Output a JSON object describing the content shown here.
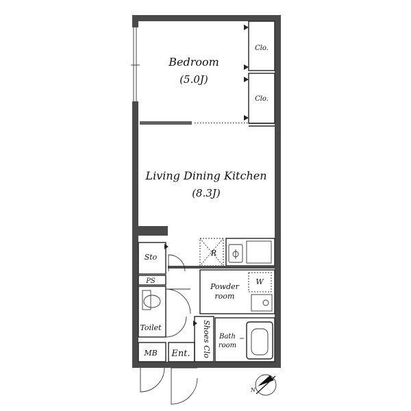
{
  "rooms": {
    "bedroom": {
      "name": "Bedroom",
      "size": "(5.0J)"
    },
    "closet_upper": "Clo.",
    "closet_lower": "Clo.",
    "ldk": {
      "name": "Living Dining Kitchen",
      "size": "(8.3J)"
    },
    "storage": "Sto",
    "ps": "PS",
    "toilet": "Toilet",
    "mb": "MB",
    "entrance": "Ent.",
    "shoes_closet": "Shoes Clo",
    "powder_room": [
      "Powder",
      "room"
    ],
    "bathroom": [
      "Bath",
      "room"
    ],
    "washer": "W",
    "refrigerator": "R"
  },
  "compass": {
    "label": "N"
  }
}
